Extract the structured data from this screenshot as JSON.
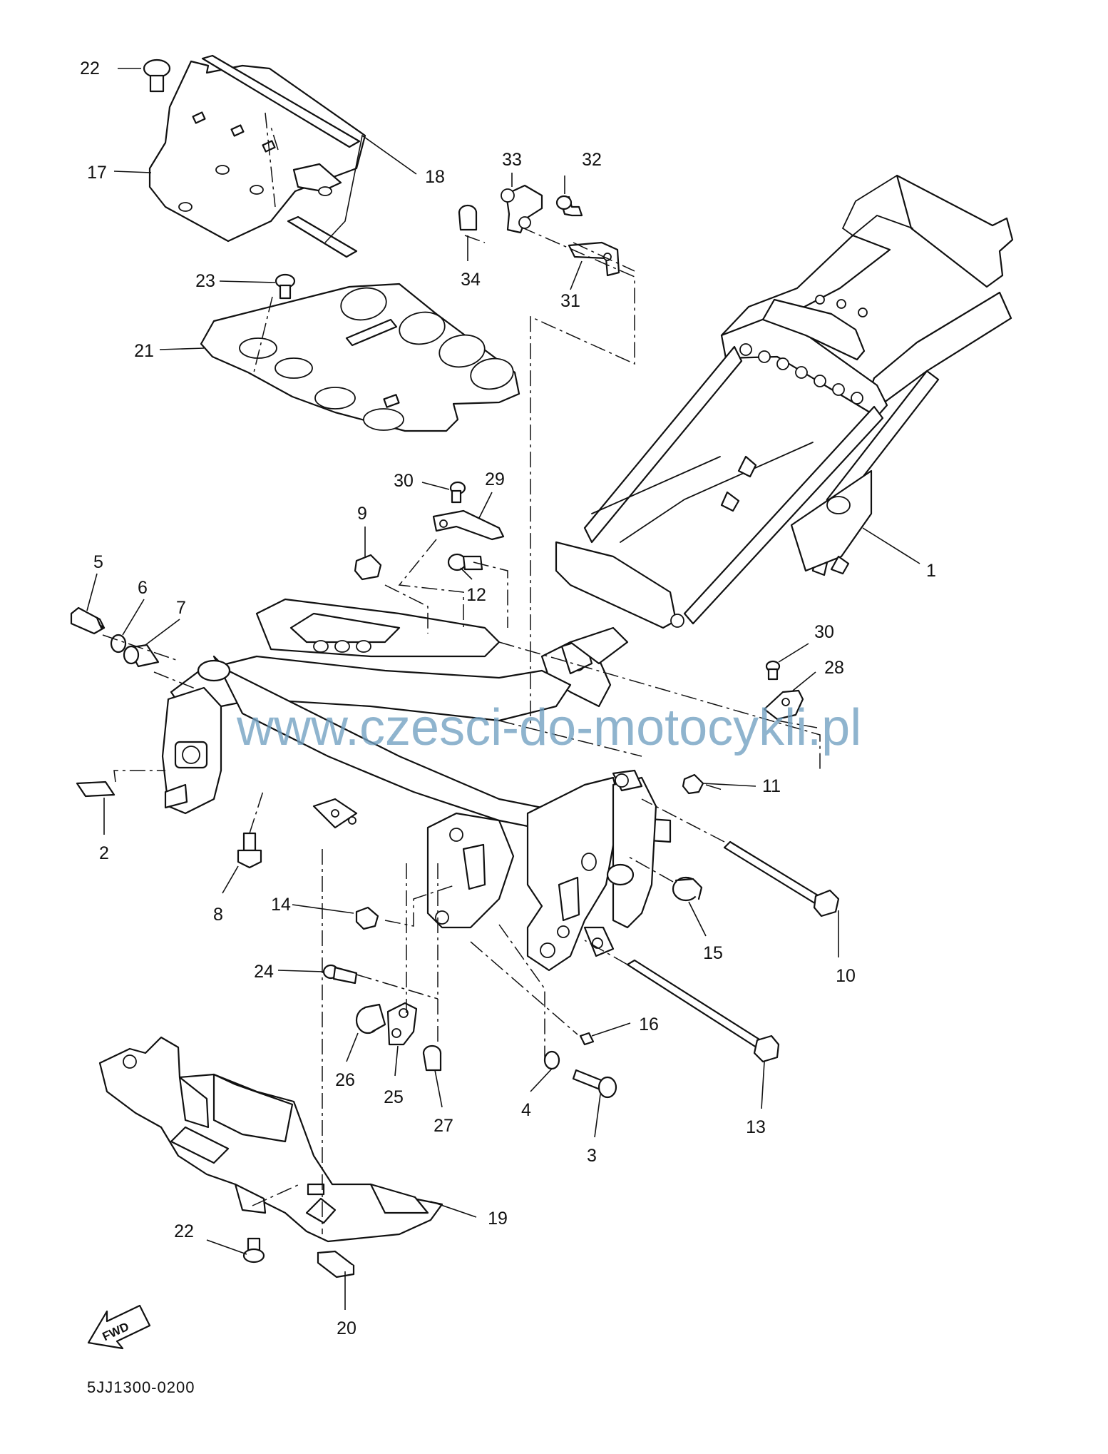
{
  "watermark": "www.czesci-do-motocykli.pl",
  "diagram_code": "5JJ1300-0200",
  "direction_badge": "FWD",
  "callouts": [
    {
      "id": "c1",
      "label": "1"
    },
    {
      "id": "c2",
      "label": "2"
    },
    {
      "id": "c3",
      "label": "3"
    },
    {
      "id": "c4",
      "label": "4"
    },
    {
      "id": "c5",
      "label": "5"
    },
    {
      "id": "c6",
      "label": "6"
    },
    {
      "id": "c7",
      "label": "7"
    },
    {
      "id": "c8",
      "label": "8"
    },
    {
      "id": "c9",
      "label": "9"
    },
    {
      "id": "c10",
      "label": "10"
    },
    {
      "id": "c11",
      "label": "11"
    },
    {
      "id": "c12",
      "label": "12"
    },
    {
      "id": "c13",
      "label": "13"
    },
    {
      "id": "c14",
      "label": "14"
    },
    {
      "id": "c15",
      "label": "15"
    },
    {
      "id": "c16",
      "label": "16"
    },
    {
      "id": "c17",
      "label": "17"
    },
    {
      "id": "c18",
      "label": "18"
    },
    {
      "id": "c19",
      "label": "19"
    },
    {
      "id": "c20",
      "label": "20"
    },
    {
      "id": "c21",
      "label": "21"
    },
    {
      "id": "c22a",
      "label": "22"
    },
    {
      "id": "c22b",
      "label": "22"
    },
    {
      "id": "c23",
      "label": "23"
    },
    {
      "id": "c24",
      "label": "24"
    },
    {
      "id": "c25",
      "label": "25"
    },
    {
      "id": "c26",
      "label": "26"
    },
    {
      "id": "c27",
      "label": "27"
    },
    {
      "id": "c28",
      "label": "28"
    },
    {
      "id": "c29",
      "label": "29"
    },
    {
      "id": "c30a",
      "label": "30"
    },
    {
      "id": "c30b",
      "label": "30"
    },
    {
      "id": "c31",
      "label": "31"
    },
    {
      "id": "c32",
      "label": "32"
    },
    {
      "id": "c33",
      "label": "33"
    },
    {
      "id": "c34",
      "label": "34"
    }
  ]
}
